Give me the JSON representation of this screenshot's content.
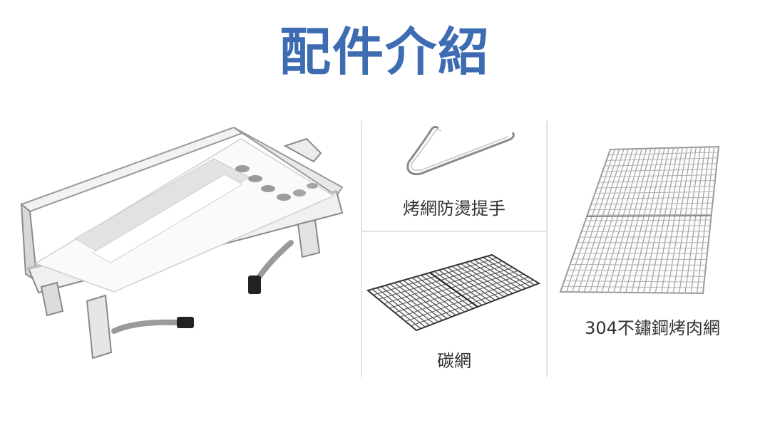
{
  "header": {
    "title": "配件介紹"
  },
  "accessories": [
    {
      "label": "烤網防燙提手"
    },
    {
      "label": "碳網"
    },
    {
      "label": "304不鏽鋼烤肉網"
    }
  ],
  "colors": {
    "title": "#3d6cb2",
    "caption": "#333333",
    "divider": "#e3e3e3",
    "steel": "#8a8a8a"
  },
  "icons": {
    "grill": "stainless-steel-grill-image",
    "handle": "grill-net-handle-image",
    "charcoal_net": "charcoal-net-image",
    "grill_net": "grill-net-image"
  }
}
